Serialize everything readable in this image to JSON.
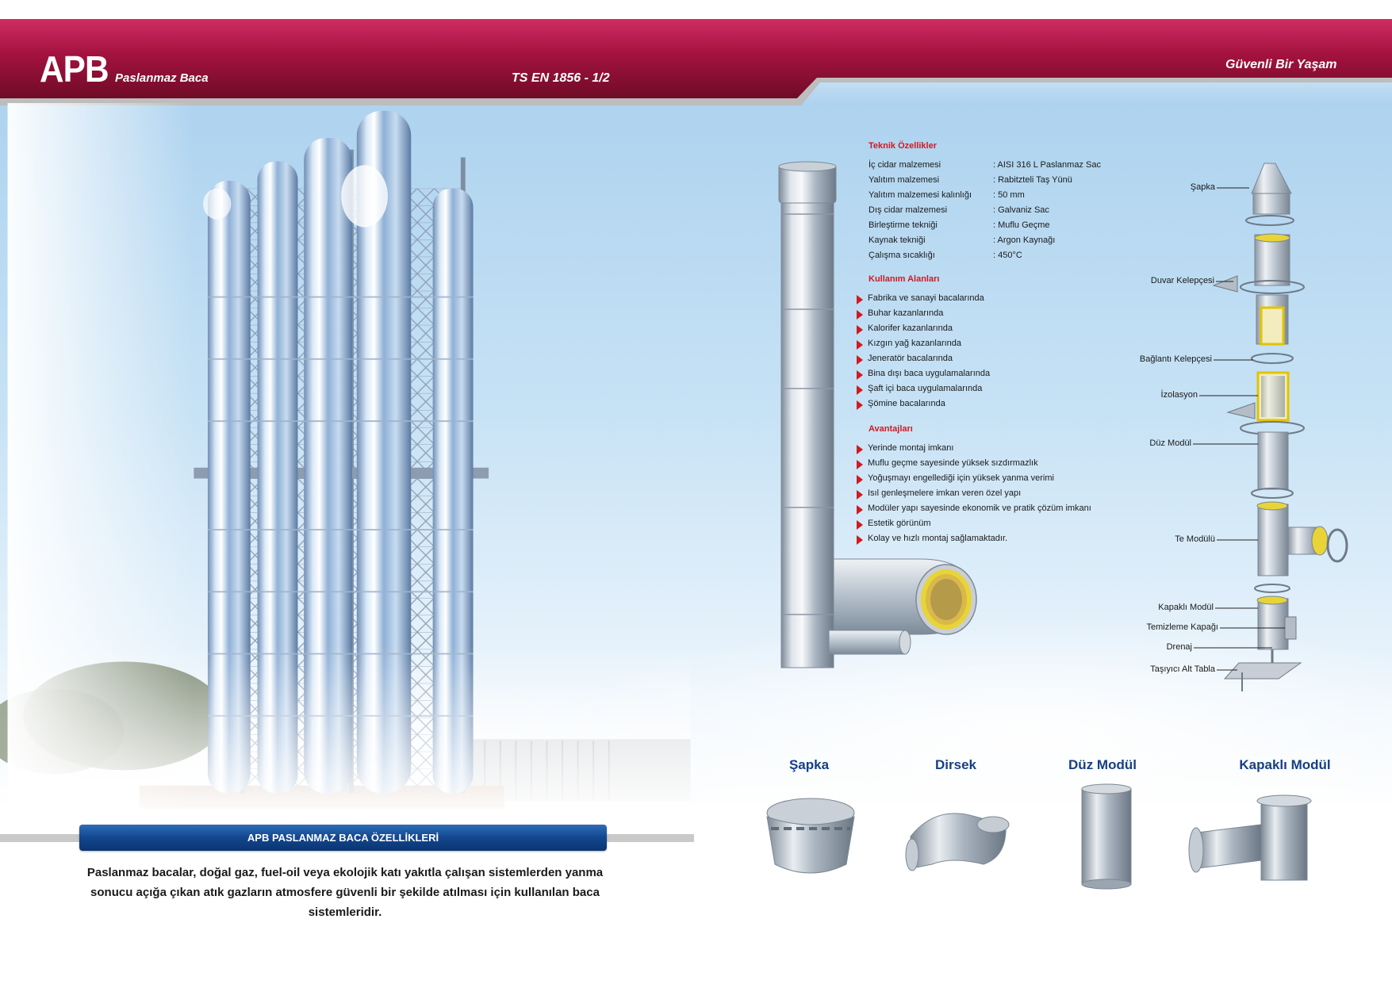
{
  "header": {
    "brand": "APB",
    "subtitle": "Paslanmaz Baca",
    "standard": "TS EN 1856 - 1/2",
    "slogan": "Güvenli Bir Yaşam"
  },
  "features_banner": "APB PASLANMAZ BACA ÖZELLİKLERİ",
  "intro_text": "Paslanmaz bacalar, doğal gaz, fuel-oil veya ekolojik katı yakıtla çalışan sistemlerden yanma sonucu açığa çıkan atık gazların atmosfere güvenli bir şekilde atılması için kullanılan baca sistemleridir.",
  "technical": {
    "heading": "Teknik Özellikler",
    "rows": [
      {
        "label": "İç cidar malzemesi",
        "value": ": AISI 316 L Paslanmaz Sac"
      },
      {
        "label": "Yalıtım malzemesi",
        "value": ": Rabitzteli Taş Yünü"
      },
      {
        "label": "Yalıtım malzemesi kalınlığı",
        "value": ": 50 mm"
      },
      {
        "label": "Dış cidar malzemesi",
        "value": ": Galvaniz Sac"
      },
      {
        "label": "Birleştirme tekniği",
        "value": ": Muflu Geçme"
      },
      {
        "label": "Kaynak tekniği",
        "value": ": Argon Kaynağı"
      },
      {
        "label": "Çalışma sıcaklığı",
        "value": ": 450°C"
      }
    ]
  },
  "usage": {
    "heading": "Kullanım Alanları",
    "items": [
      "Fabrika ve sanayi bacalarında",
      "Buhar kazanlarında",
      "Kalorifer kazanlarında",
      "Kızgın yağ kazanlarında",
      "Jeneratör bacalarında",
      "Bina dışı baca uygulamalarında",
      "Şaft içi baca uygulamalarında",
      "Şömine bacalarında"
    ]
  },
  "advantages": {
    "heading": "Avantajları",
    "items": [
      "Yerinde montaj imkanı",
      "Muflu geçme sayesinde yüksek sızdırmazlık",
      "Yoğuşmayı engellediği için yüksek yanma verimi",
      "Isıl genleşmelere imkan veren özel yapı",
      "Modüler yapı sayesinde ekonomik ve pratik çözüm imkanı",
      "Estetik görünüm",
      "Kolay ve hızlı montaj sağlamaktadır."
    ]
  },
  "callouts": [
    "Şapka",
    "Duvar Kelepçesi",
    "Bağlantı Kelepçesi",
    "İzolasyon",
    "Düz Modül",
    "Te Modülü",
    "Kapaklı Modül",
    "Temizleme Kapağı",
    "Drenaj",
    "Taşıyıcı Alt Tabla"
  ],
  "products": [
    "Şapka",
    "Dirsek",
    "Düz Modül",
    "Kapaklı Modül"
  ],
  "colors": {
    "header_crimson": "#8f0f33",
    "header_crimson_light": "#c2265a",
    "accent_red": "#d01a20",
    "banner_blue": "#12468f",
    "product_title_blue": "#163f86"
  }
}
